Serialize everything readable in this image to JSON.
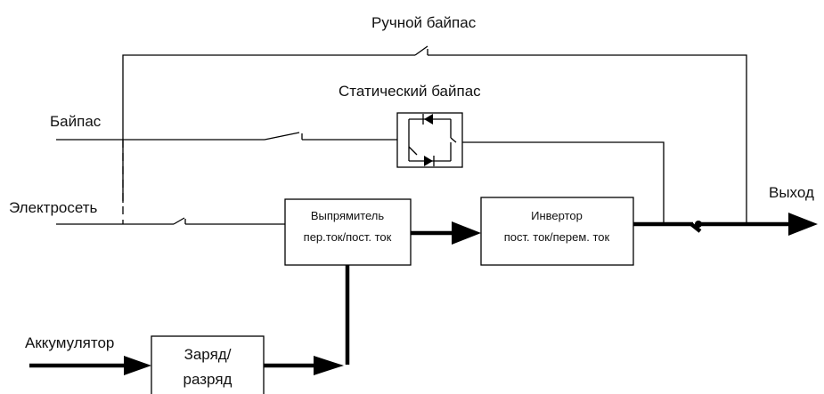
{
  "labels": {
    "manual_bypass": "Ручной байпас",
    "static_bypass": "Статический байпас",
    "bypass_input": "Байпас",
    "mains_input": "Электросеть",
    "battery_input": "Аккумулятор",
    "output": "Выход"
  },
  "blocks": {
    "rectifier": {
      "line1": "Выпрямитель",
      "line2": "пер.ток/пост. ток"
    },
    "inverter": {
      "line1": "Инвертор",
      "line2": "пост. ток/перем. ток"
    },
    "charger": {
      "line1": "Заряд/",
      "line2": "разряд"
    }
  },
  "icons": {
    "switch": "switch-icon",
    "thyristor": "thyristor-icon",
    "arrow": "arrowhead-icon"
  }
}
